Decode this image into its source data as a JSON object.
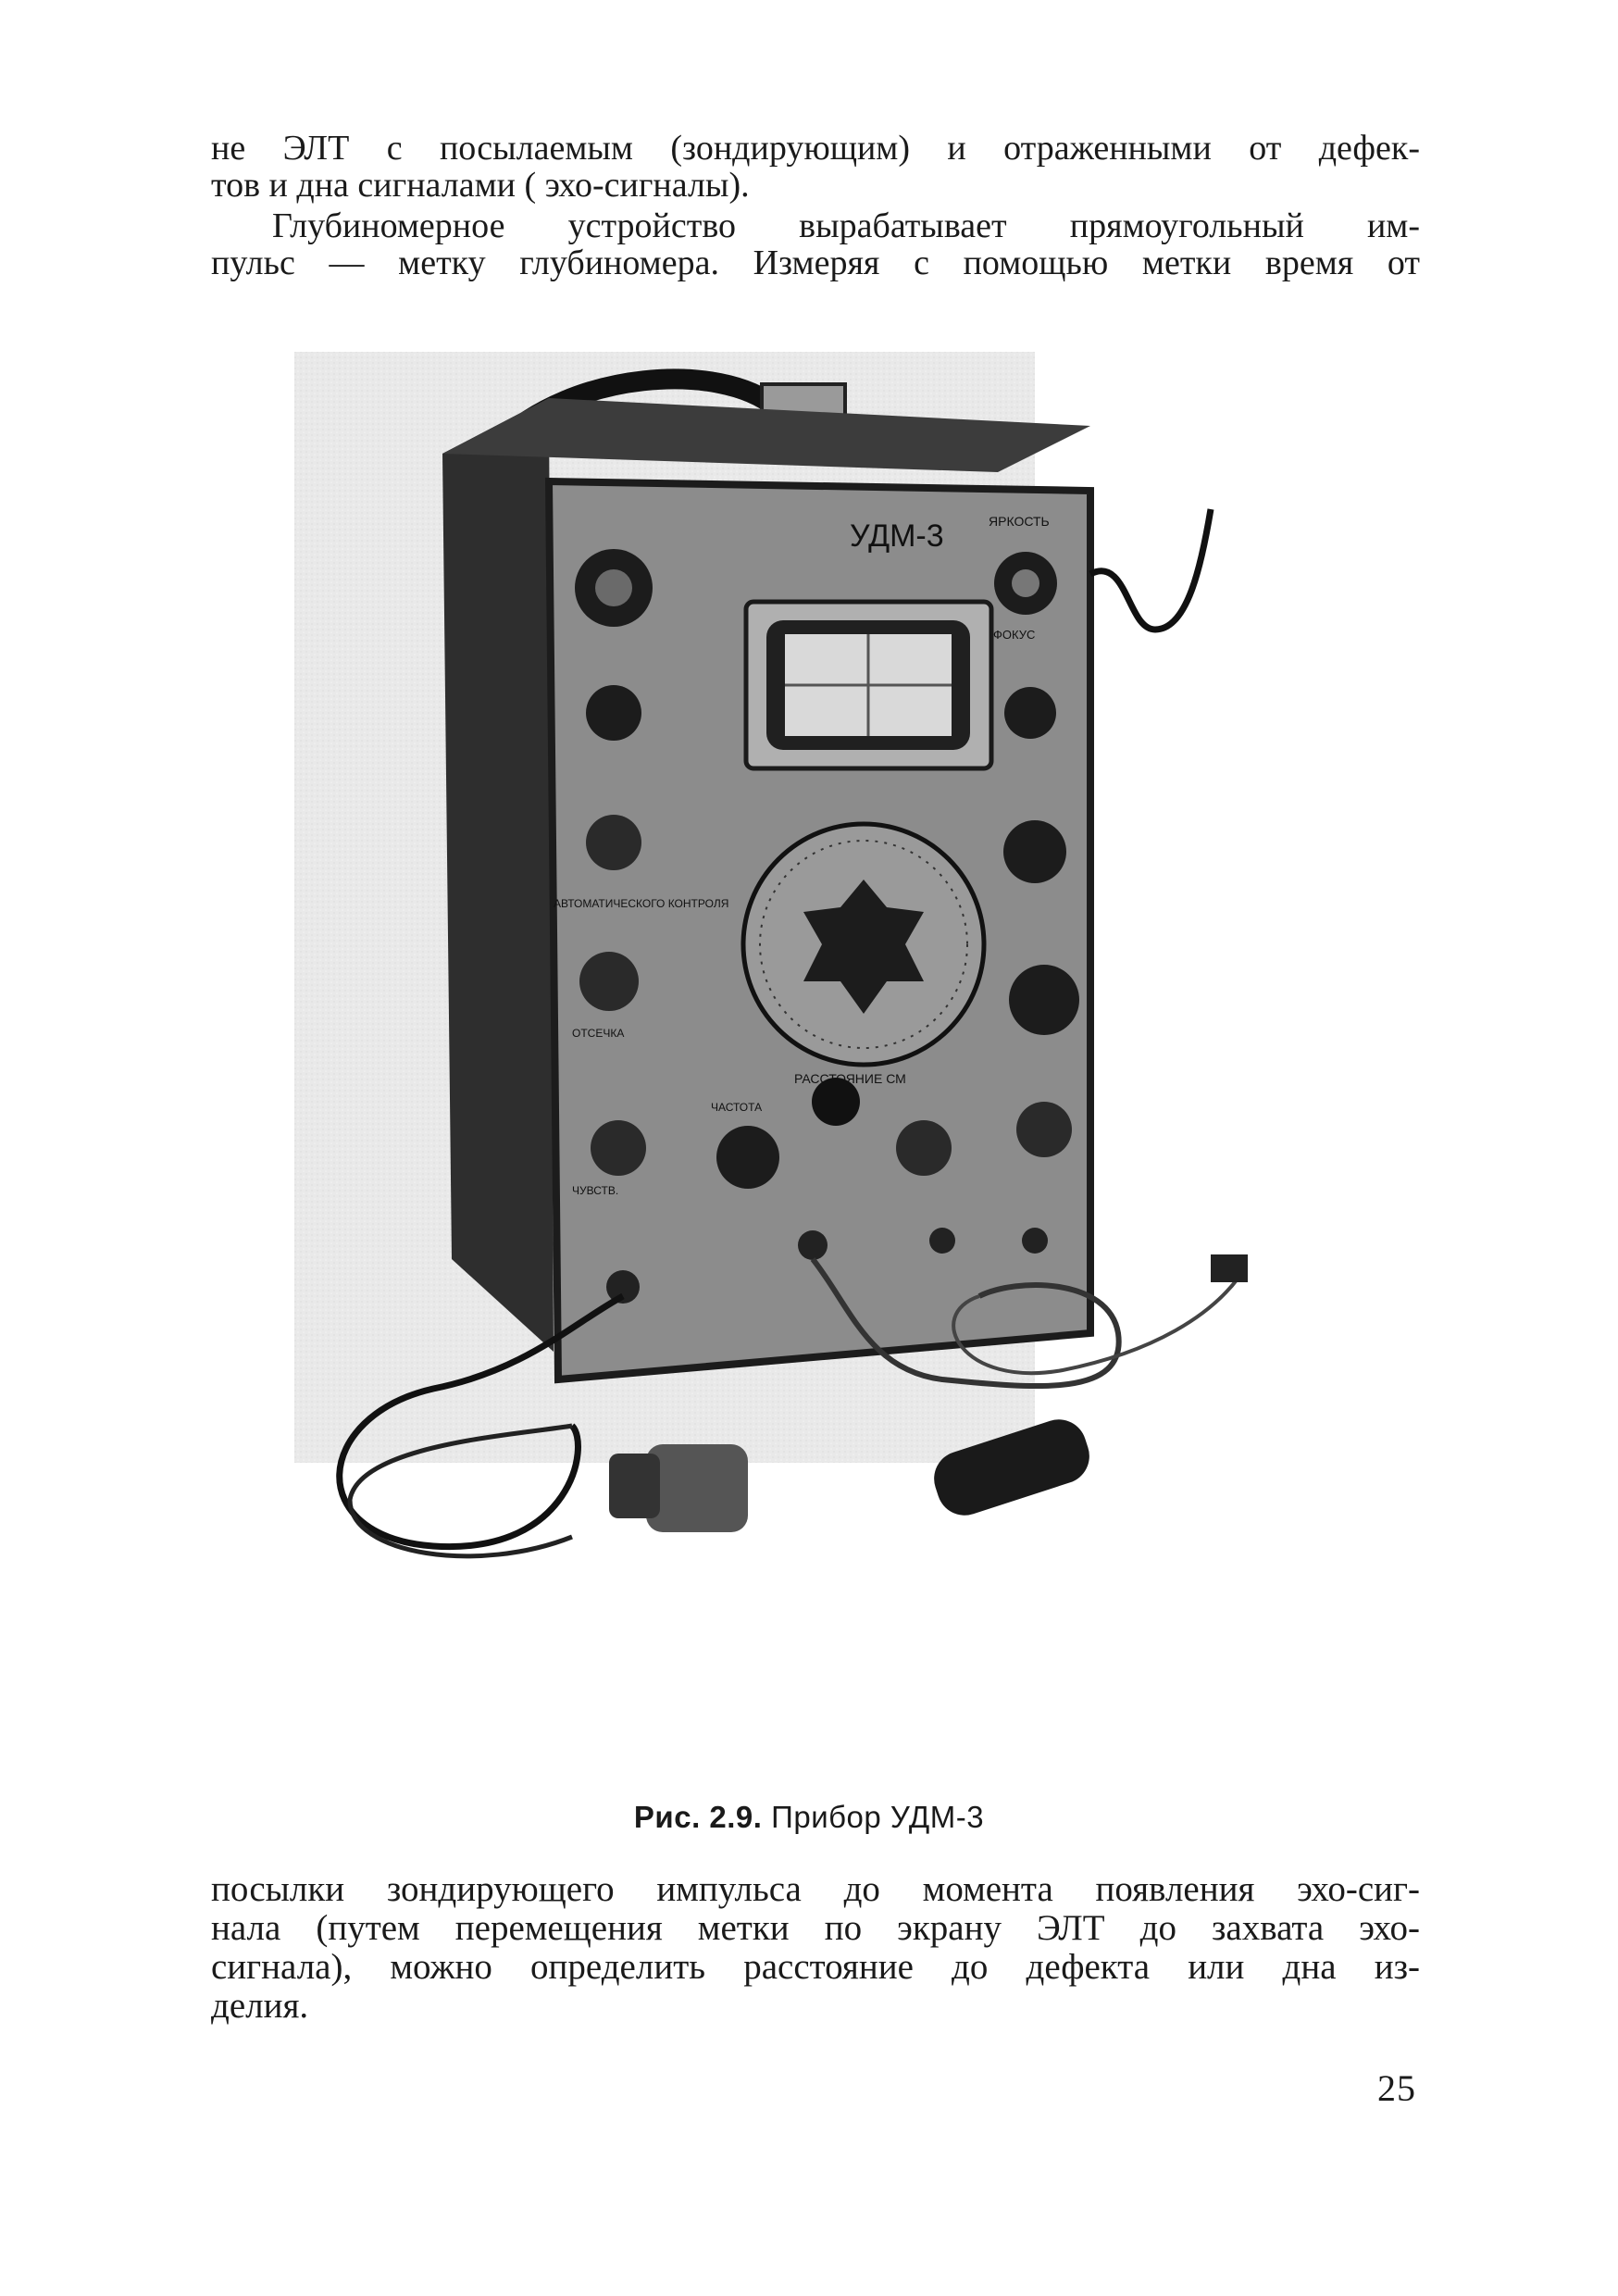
{
  "page": {
    "paragraph_1": [
      "не ЭЛТ с посылаемым (зондирующим) и отраженными от дефек-",
      "тов и дна сигналами ( эхо-сигналы)."
    ],
    "paragraph_2": [
      "Глубиномерное устройство вырабатывает прямоугольный им-",
      "пульс — метку глубиномера. Измеряя с помощью метки время от"
    ],
    "figure": {
      "device_model_label": "УДМ-3",
      "depth_scale_label": "РАССТОЯНИЕ СМ",
      "panel_labels": [
        "ЯРКОСТЬ",
        "ФОКУС",
        "ОТСЕЧКА",
        "ЧУВСТВ.",
        "ЧАСТОТА",
        "АВТОМАТИЧЕСКОГО КОНТРОЛЯ"
      ]
    },
    "caption_prefix": "Рис. 2.9.",
    "caption_text": "Прибор УДМ-3",
    "paragraph_3": [
      "посылки зондирующего импульса до момента появления эхо-сиг-",
      "нала (путем перемещения  метки по экрану ЭЛТ до захвата эхо-",
      "сигнала), можно определить расстояние до дефекта или дна из-",
      "делия."
    ],
    "page_number": "25"
  }
}
